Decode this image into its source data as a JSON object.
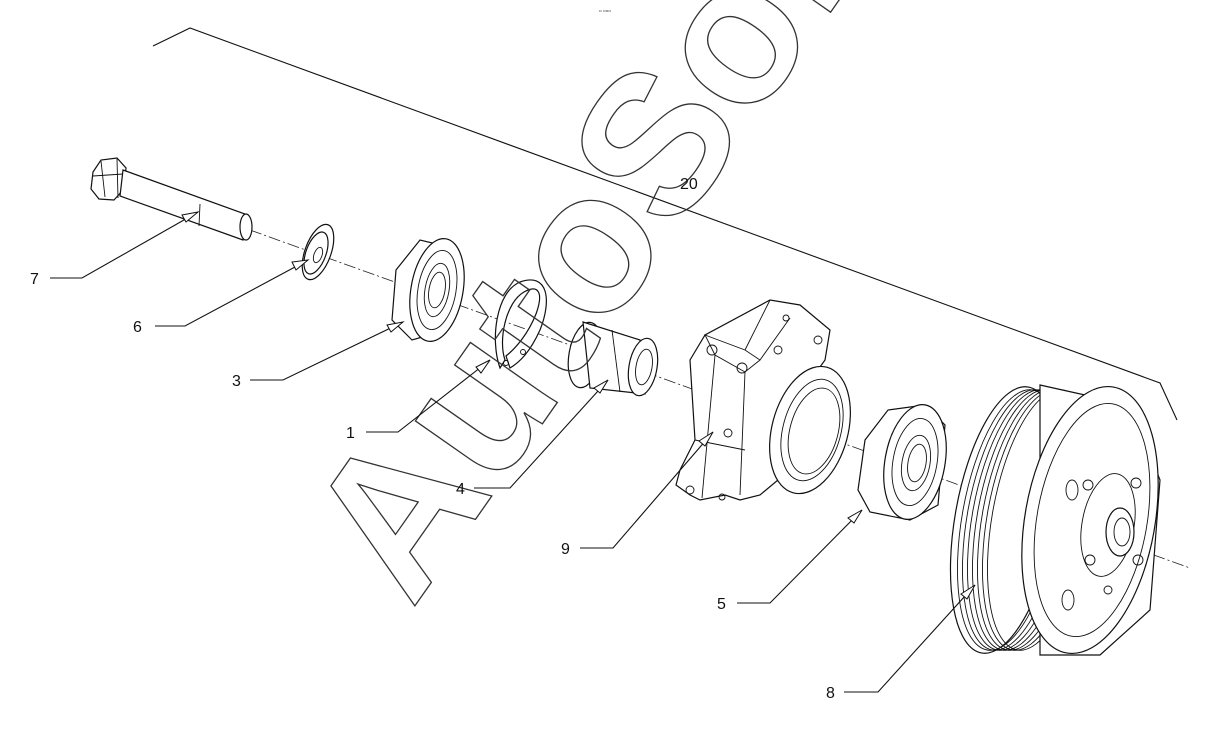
{
  "header": {
    "tiny_mark": "▫ ▫▫▫"
  },
  "watermark": {
    "text": "AutoSoft"
  },
  "callouts": [
    {
      "id": "7",
      "label": "7"
    },
    {
      "id": "6",
      "label": "6"
    },
    {
      "id": "3",
      "label": "3"
    },
    {
      "id": "1",
      "label": "1"
    },
    {
      "id": "4",
      "label": "4"
    },
    {
      "id": "9",
      "label": "9"
    },
    {
      "id": "5",
      "label": "5"
    },
    {
      "id": "8",
      "label": "8"
    },
    {
      "id": "20",
      "label": "20"
    }
  ],
  "icons": {
    "bolt": "bolt-icon",
    "washer": "washer-icon",
    "bearing": "bearing-icon",
    "circlip": "circlip-icon",
    "sleeve": "spacer-sleeve-icon",
    "housing": "bracket-housing-icon",
    "pulley": "pulley-icon"
  },
  "colors": {
    "line": "#111111",
    "background": "#ffffff"
  }
}
